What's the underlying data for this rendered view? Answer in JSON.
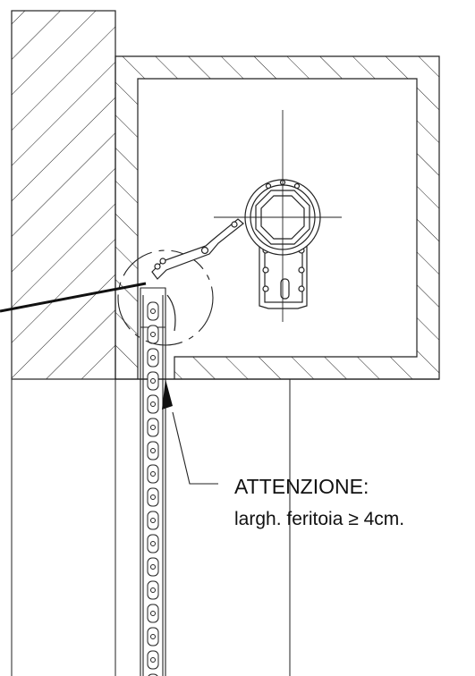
{
  "colors": {
    "line": "#222222",
    "background": "#ffffff"
  },
  "callout": {
    "title": "ATTENZIONE:",
    "note": "largh. feritoia ≥ 4cm."
  },
  "icons": {
    "roller_drum": "octagonal-roller-drum",
    "support_bracket": "bracket-plate",
    "link_arm": "hinged-link-arm",
    "chain": "chain-links"
  }
}
